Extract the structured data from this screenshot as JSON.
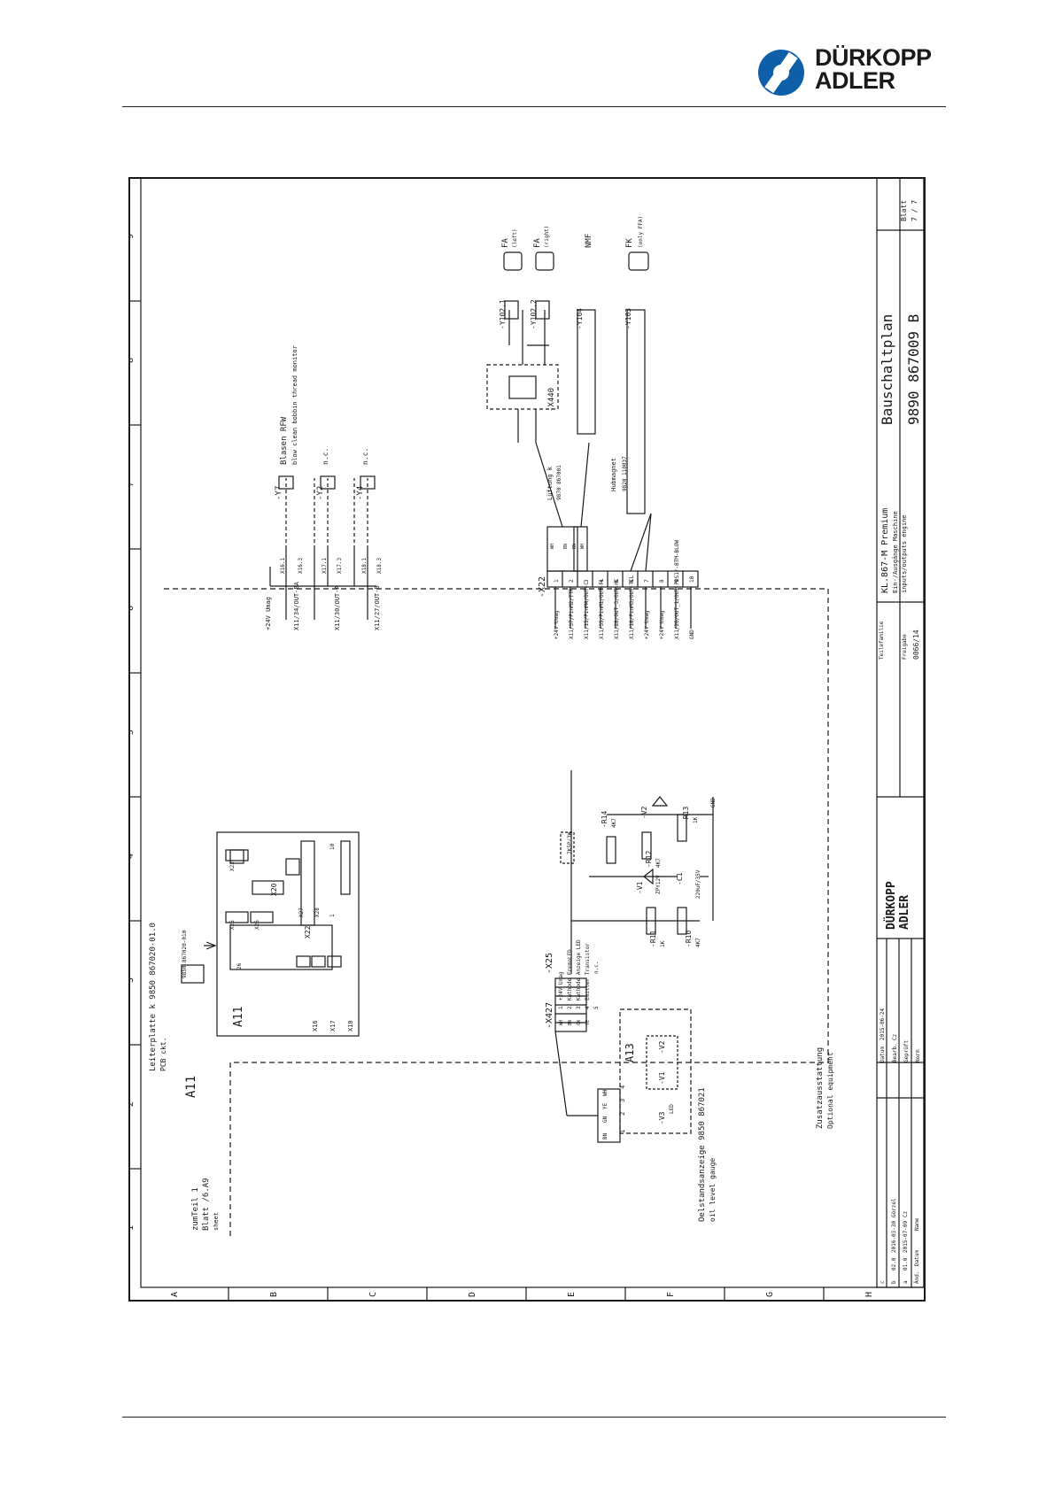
{
  "header": {
    "brand_line1": "DÜRKOPP",
    "brand_line2": "ADLER"
  },
  "colors": {
    "brand_blue": "#0f5ea8",
    "line": "#1a1a1a"
  },
  "frame": {
    "col_numbers": [
      "1",
      "2",
      "3",
      "4",
      "5",
      "6",
      "7",
      "8",
      "9"
    ],
    "row_letters": [
      "A",
      "B",
      "C",
      "D",
      "E",
      "F",
      "G",
      "H"
    ]
  },
  "left": {
    "zumteil": "zumTeil 1",
    "blatt": "Blatt /6.A9",
    "sheet": "sheet",
    "a11_big": "A11",
    "pcb_title": "Leiterplatte k 9850 867020-01.0",
    "pcb_en": "PCB ckt.",
    "a11_small": "A11",
    "ref_box": "9850 867020-010",
    "x16": "X16",
    "x17": "X17",
    "x18": "X18",
    "x20": "X20",
    "x22": "X22",
    "x23": "X23",
    "x25": "X25",
    "x26": "X26",
    "x27": "X27",
    "x28": "X28",
    "pin1": "1",
    "pin10": "10",
    "pin26": "26",
    "zusatz": "Zusatzausstattung",
    "optional": "Optional equipment"
  },
  "a13": {
    "title": "A13",
    "v1": "-V1",
    "v2": "-V2",
    "v3": "-V3",
    "led": "LED",
    "oel_de": "Oelstandsanzeige 9850 867021",
    "oel_en": "oil level gauge",
    "t1": "1",
    "t2": "2",
    "t3": "3",
    "t4": "4",
    "c_bn": "BN",
    "c_gn": "GN",
    "c_ye": "YE",
    "c_wh": "WH"
  },
  "x427": {
    "label": "-X427",
    "label25": "-X25",
    "pins": [
      "1",
      "2",
      "3",
      "4",
      "5"
    ],
    "wh": "WH",
    "bn": "BN",
    "gn": "GN",
    "ye": "YE",
    "sig1": "+24V Umag",
    "sig2": "Kathode FremoLED",
    "sig3": "Kathode Anzeige LED",
    "sig4": "Emitter Transistor",
    "nc": "n.c."
  },
  "bottom_ckt": {
    "r10": "-R10",
    "r10v": "4K7",
    "r11": "-R11",
    "r11v": "1K",
    "r12": "-R12",
    "r12v": "4K7",
    "r13": "-R13",
    "r13v": "1K",
    "r14": "-R14",
    "r14v": "4K7",
    "v1": "-V1",
    "v1v": "ZPY12V",
    "v2": "-V2",
    "c1": "-C1",
    "c1v": "220uF/35V",
    "gnd": "GND",
    "res_box": "7K5P/3W"
  },
  "mid": {
    "sig_24v": "+24V Umag",
    "sig_x11_34": "X11/34/OUT-BA",
    "sig_x11_30": "X11/30/OUT-A",
    "sig_x11_27": "X11/27/OUT-B",
    "x161": "X16.1",
    "x163": "X16.3",
    "x171": "X17.1",
    "x173": "X17.3",
    "x181": "X18.1",
    "x183": "X18.3",
    "y7": "-Y7",
    "y2": "-Y2",
    "y4": "-Y4",
    "blasen": "Blasen RFW",
    "blasen_en": "blow clean bobbin thread monitor",
    "nc1": "n.c.",
    "nc2": "n.c."
  },
  "x22": {
    "label": "-X22",
    "pins": [
      "1",
      "2",
      "3",
      "4",
      "5",
      "6",
      "7",
      "8",
      "9",
      "10"
    ],
    "signals": [
      "+24V Umag",
      "X11/37/PinM2/TTR",
      "X11/15/PinM4/OUT-C",
      "X11/35/PinM1/OUT-FL",
      "X11/28/OUT_3/OUT-HC",
      "X11/18/PinM3/OUT-TCL",
      "+24V Umag",
      "+24V Umag",
      "X11/26/OUT_1/OUT-POS1/-BTM-BLOW",
      "GND"
    ],
    "wh": "WH",
    "bn": "BN",
    "bn2": "BN",
    "wh2": "WH",
    "lueftung": "Lüftung k",
    "lueftung_no": "9870 867001",
    "hubmagnet": "Hubmagnet",
    "hubmagnet_no": "9820 110037"
  },
  "right": {
    "x440": "-X440",
    "y1021": "-Y102.1",
    "y1022": "-Y102.2",
    "y104": "-Y104",
    "y103": "-Y103",
    "fa_left": "FA",
    "fa_left_sub": "(left)",
    "fa_right": "FA",
    "fa_right_sub": "(right)",
    "nmf": "NMF",
    "fk": "FK",
    "fk_sub": "(only FFA)"
  },
  "title_block": {
    "teilefamilie": "Teilefamilie",
    "freigabe": "Freigabe",
    "freigabe_no": "0066/14",
    "product": "KL.867-M Premium",
    "desc_de": "Ein-/Ausgänge Maschine",
    "desc_en": "inputs/outputs engine",
    "doc_title": "Bauschaltplan",
    "doc_no": "9890 867009 B",
    "blatt": "Blatt",
    "blatt_no": "7 / 7",
    "datum": "Datum",
    "datum_v": "2015-06-24",
    "bearb": "Bearb.",
    "bearb_v": "Cz",
    "gepr": "Geprüft",
    "norm": "Norm",
    "rev_c": "c",
    "rev_b": "b",
    "rev_a": "a",
    "rev_b_v": "02.0",
    "rev_b_d": "2016-03-30",
    "rev_b_n": "Görzel",
    "rev_a_v": "01.0",
    "rev_a_d": "2015-07-09",
    "rev_a_n": "Cz",
    "aend": "Änd.",
    "datum2": "Datum",
    "name": "Name",
    "logo1": "DÜRKOPP",
    "logo2": "ADLER"
  }
}
